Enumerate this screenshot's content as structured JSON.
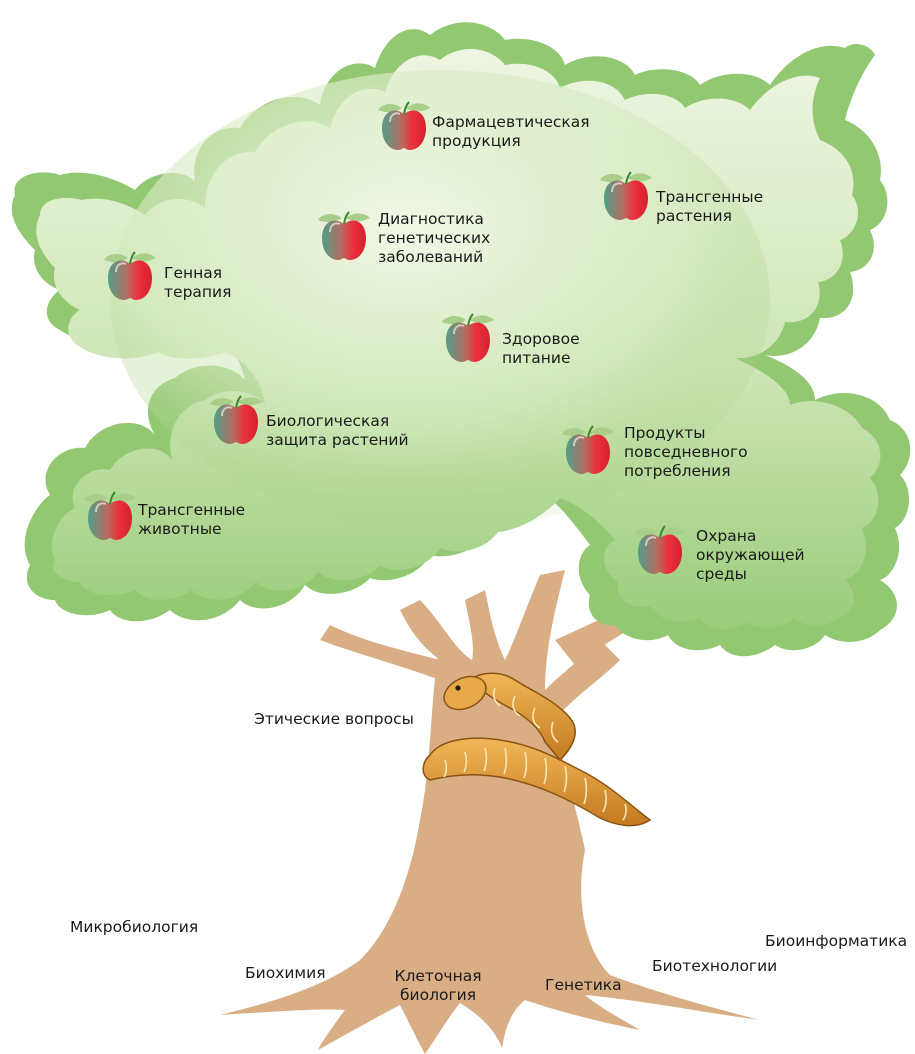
{
  "fruits": [
    {
      "id": "pharma",
      "label": "Фармацевтическая\nпродукция"
    },
    {
      "id": "transgenic-plants",
      "label": "Трансгенные\nрастения"
    },
    {
      "id": "diagnostics",
      "label": "Диагностика\nгенетических\nзаболеваний"
    },
    {
      "id": "gene-therapy",
      "label": "Генная\nтерапия"
    },
    {
      "id": "healthy-food",
      "label": "Здоровое\nпитание"
    },
    {
      "id": "bio-protection",
      "label": "Биологическая\nзащита растений"
    },
    {
      "id": "consumer-products",
      "label": "Продукты\nповседневного\nпотребления"
    },
    {
      "id": "transgenic-animals",
      "label": "Трансгенные\nживотные"
    },
    {
      "id": "environment",
      "label": "Охрана\nокружающей\nсреды"
    }
  ],
  "snake_label": "Этические вопросы",
  "roots": [
    {
      "id": "microbiology",
      "label": "Микробиология"
    },
    {
      "id": "biochemistry",
      "label": "Биохимия"
    },
    {
      "id": "cell-biology",
      "label": "Клеточная\nбиология"
    },
    {
      "id": "genetics",
      "label": "Генетика"
    },
    {
      "id": "biotechnology",
      "label": "Биотехнологии"
    },
    {
      "id": "bioinformatics",
      "label": "Биоинформатика"
    }
  ],
  "colors": {
    "foliage_edge": "#8cc46a",
    "foliage_inner": "#ddecc9",
    "foliage_mid": "#c4dfa8",
    "trunk": "#d9ae85",
    "snake": "#d08a2e",
    "snake_light": "#f4c773",
    "apple_red": "#e8303a",
    "apple_green": "#4fa088"
  }
}
